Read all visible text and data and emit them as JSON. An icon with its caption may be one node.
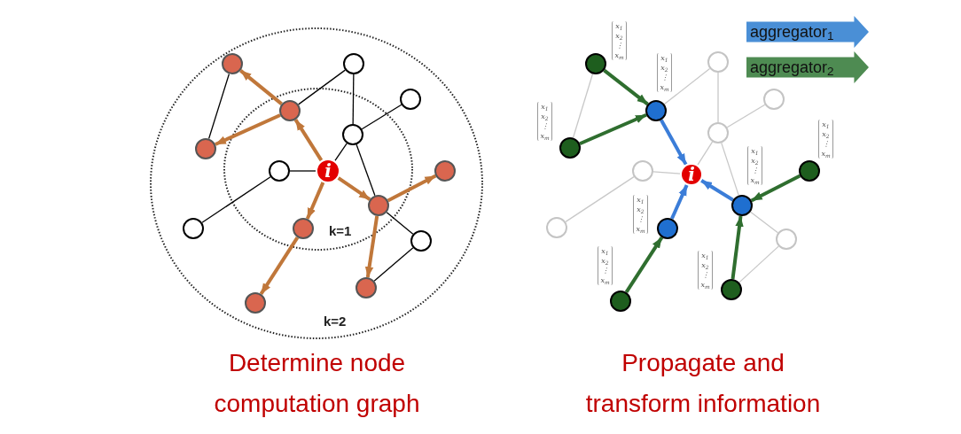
{
  "diagram": {
    "nodes": [
      {
        "text": [
          "i"
        ]
      },
      {
        "text": [],
        "shape": "circle"
      },
      {
        "text": [],
        "shape": "circle"
      },
      {
        "text": [],
        "shape": "circle"
      },
      {
        "text": [],
        "shape": "circle"
      },
      {
        "text": [],
        "shape": "circle"
      },
      {
        "text": [],
        "shape": "circle"
      },
      {
        "text": [],
        "shape": "circle"
      },
      {
        "text": [],
        "shape": "circle"
      },
      {
        "text": [],
        "shape": "circle"
      },
      {
        "text": [],
        "shape": "circle"
      },
      {
        "text": [],
        "shape": "circle"
      },
      {
        "text": [],
        "shape": "circle"
      },
      {
        "text": [],
        "shape": "circle"
      },
      {
        "text": [],
        "shape": "circle"
      },
      {
        "text": [
          "i"
        ]
      },
      {
        "text": [],
        "shape": "circle",
        "beside": [
          "x$_{1}$ x$_{2}$ ⋮ x$_{m}$"
        ]
      },
      {
        "text": [],
        "shape": "circle",
        "beside": [
          "x$_{1}$ x$_{2}$ ⋮ x$_{m}$"
        ]
      },
      {
        "text": [],
        "shape": "circle",
        "beside": [
          "x$_{1}$ x$_{2}$ ⋮ x$_{m}$"
        ]
      },
      {
        "text": [],
        "shape": "circle",
        "beside": [
          "x$_{1}$ x$_{2}$ ⋮ x$_{m}$"
        ]
      },
      {
        "text": [],
        "shape": "circle",
        "beside": [
          "x$_{1}$ x$_{2}$ ⋮ x$_{m}$"
        ]
      },
      {
        "text": [],
        "shape": "circle",
        "beside": [
          "x$_{1}$ x$_{2}$ ⋮ x$_{m}$"
        ]
      },
      {
        "text": [],
        "shape": "circle",
        "beside": [
          "x$_{1}$ x$_{2}$ ⋮ x$_{m}$"
        ]
      },
      {
        "text": [],
        "shape": "circle",
        "beside": [
          "x$_{1}$ x$_{2}$ ⋮ x$_{m}$"
        ]
      },
      {
        "text": [],
        "shape": "circle"
      },
      {
        "text": [],
        "shape": "circle"
      },
      {
        "text": [],
        "shape": "circle"
      },
      {
        "text": [],
        "shape": "circle"
      },
      {
        "text": [],
        "shape": "circle"
      },
      {
        "text": [],
        "shape": "circle"
      }
    ],
    "edges": [
      {
        "from": 0,
        "to": 2,
        "arrow": "to",
        "style": "thick",
        "color": "#c0773a"
      },
      {
        "from": 2,
        "to": 1,
        "arrow": "to",
        "style": "thick",
        "color": "#c0773a"
      },
      {
        "from": 2,
        "to": 3,
        "arrow": "to",
        "style": "thick",
        "color": "#c0773a"
      },
      {
        "from": 0,
        "to": 4,
        "arrow": "to",
        "style": "thick",
        "color": "#c0773a"
      },
      {
        "from": 4,
        "to": 7,
        "arrow": "to",
        "style": "thick",
        "color": "#c0773a"
      },
      {
        "from": 0,
        "to": 5,
        "arrow": "to",
        "style": "thick",
        "color": "#c0773a"
      },
      {
        "from": 5,
        "to": 6,
        "arrow": "to",
        "style": "thick",
        "color": "#c0773a"
      },
      {
        "from": 5,
        "to": 8,
        "arrow": "to",
        "style": "thick",
        "color": "#c0773a"
      },
      {
        "from": 1,
        "to": 3,
        "arrow": "none"
      },
      {
        "from": 2,
        "to": 9,
        "arrow": "none"
      },
      {
        "from": 9,
        "to": 11,
        "arrow": "none"
      },
      {
        "from": 11,
        "to": 10,
        "arrow": "none"
      },
      {
        "from": 11,
        "to": 0,
        "arrow": "none"
      },
      {
        "from": 11,
        "to": 5,
        "arrow": "none"
      },
      {
        "from": 12,
        "to": 0,
        "arrow": "none"
      },
      {
        "from": 12,
        "to": 13,
        "arrow": "none"
      },
      {
        "from": 5,
        "to": 14,
        "arrow": "none"
      },
      {
        "from": 14,
        "to": 8,
        "arrow": "none"
      },
      {
        "from": 19,
        "to": 16,
        "arrow": "to",
        "style": "thick",
        "color": "#2f6e2f"
      },
      {
        "from": 20,
        "to": 16,
        "arrow": "to",
        "style": "thick",
        "color": "#2f6e2f"
      },
      {
        "from": 16,
        "to": 15,
        "arrow": "to",
        "style": "thick",
        "color": "#3b7dd8"
      },
      {
        "from": 17,
        "to": 15,
        "arrow": "to",
        "style": "thick",
        "color": "#3b7dd8"
      },
      {
        "from": 18,
        "to": 15,
        "arrow": "to",
        "style": "thick",
        "color": "#3b7dd8"
      },
      {
        "from": 21,
        "to": 18,
        "arrow": "to",
        "style": "thick",
        "color": "#2f6e2f"
      },
      {
        "from": 22,
        "to": 17,
        "arrow": "to",
        "style": "thick",
        "color": "#2f6e2f"
      },
      {
        "from": 23,
        "to": 18,
        "arrow": "to",
        "style": "thick",
        "color": "#2f6e2f"
      },
      {
        "from": 19,
        "to": 20,
        "arrow": "none",
        "color": "#c8c8c8"
      },
      {
        "from": 16,
        "to": 24,
        "arrow": "none",
        "color": "#c8c8c8"
      },
      {
        "from": 24,
        "to": 26,
        "arrow": "none",
        "color": "#c8c8c8"
      },
      {
        "from": 26,
        "to": 25,
        "arrow": "none",
        "color": "#c8c8c8"
      },
      {
        "from": 26,
        "to": 15,
        "arrow": "none",
        "color": "#c8c8c8"
      },
      {
        "from": 26,
        "to": 18,
        "arrow": "none",
        "color": "#c8c8c8"
      },
      {
        "from": 27,
        "to": 15,
        "arrow": "none",
        "color": "#c8c8c8"
      },
      {
        "from": 27,
        "to": 28,
        "arrow": "none",
        "color": "#c8c8c8"
      },
      {
        "from": 18,
        "to": 29,
        "arrow": "none",
        "color": "#c8c8c8"
      },
      {
        "from": 29,
        "to": 23,
        "arrow": "none",
        "color": "#c8c8c8"
      }
    ],
    "labels": [
      "k=1",
      "k=2",
      "Determine node computation graph",
      "Propagate and transform information"
    ],
    "legend": [
      {
        "text": "aggregator$_{1}$",
        "color": "#4a8fd6"
      },
      {
        "text": "aggregator$_{2}$",
        "color": "#4e8b52"
      }
    ]
  }
}
